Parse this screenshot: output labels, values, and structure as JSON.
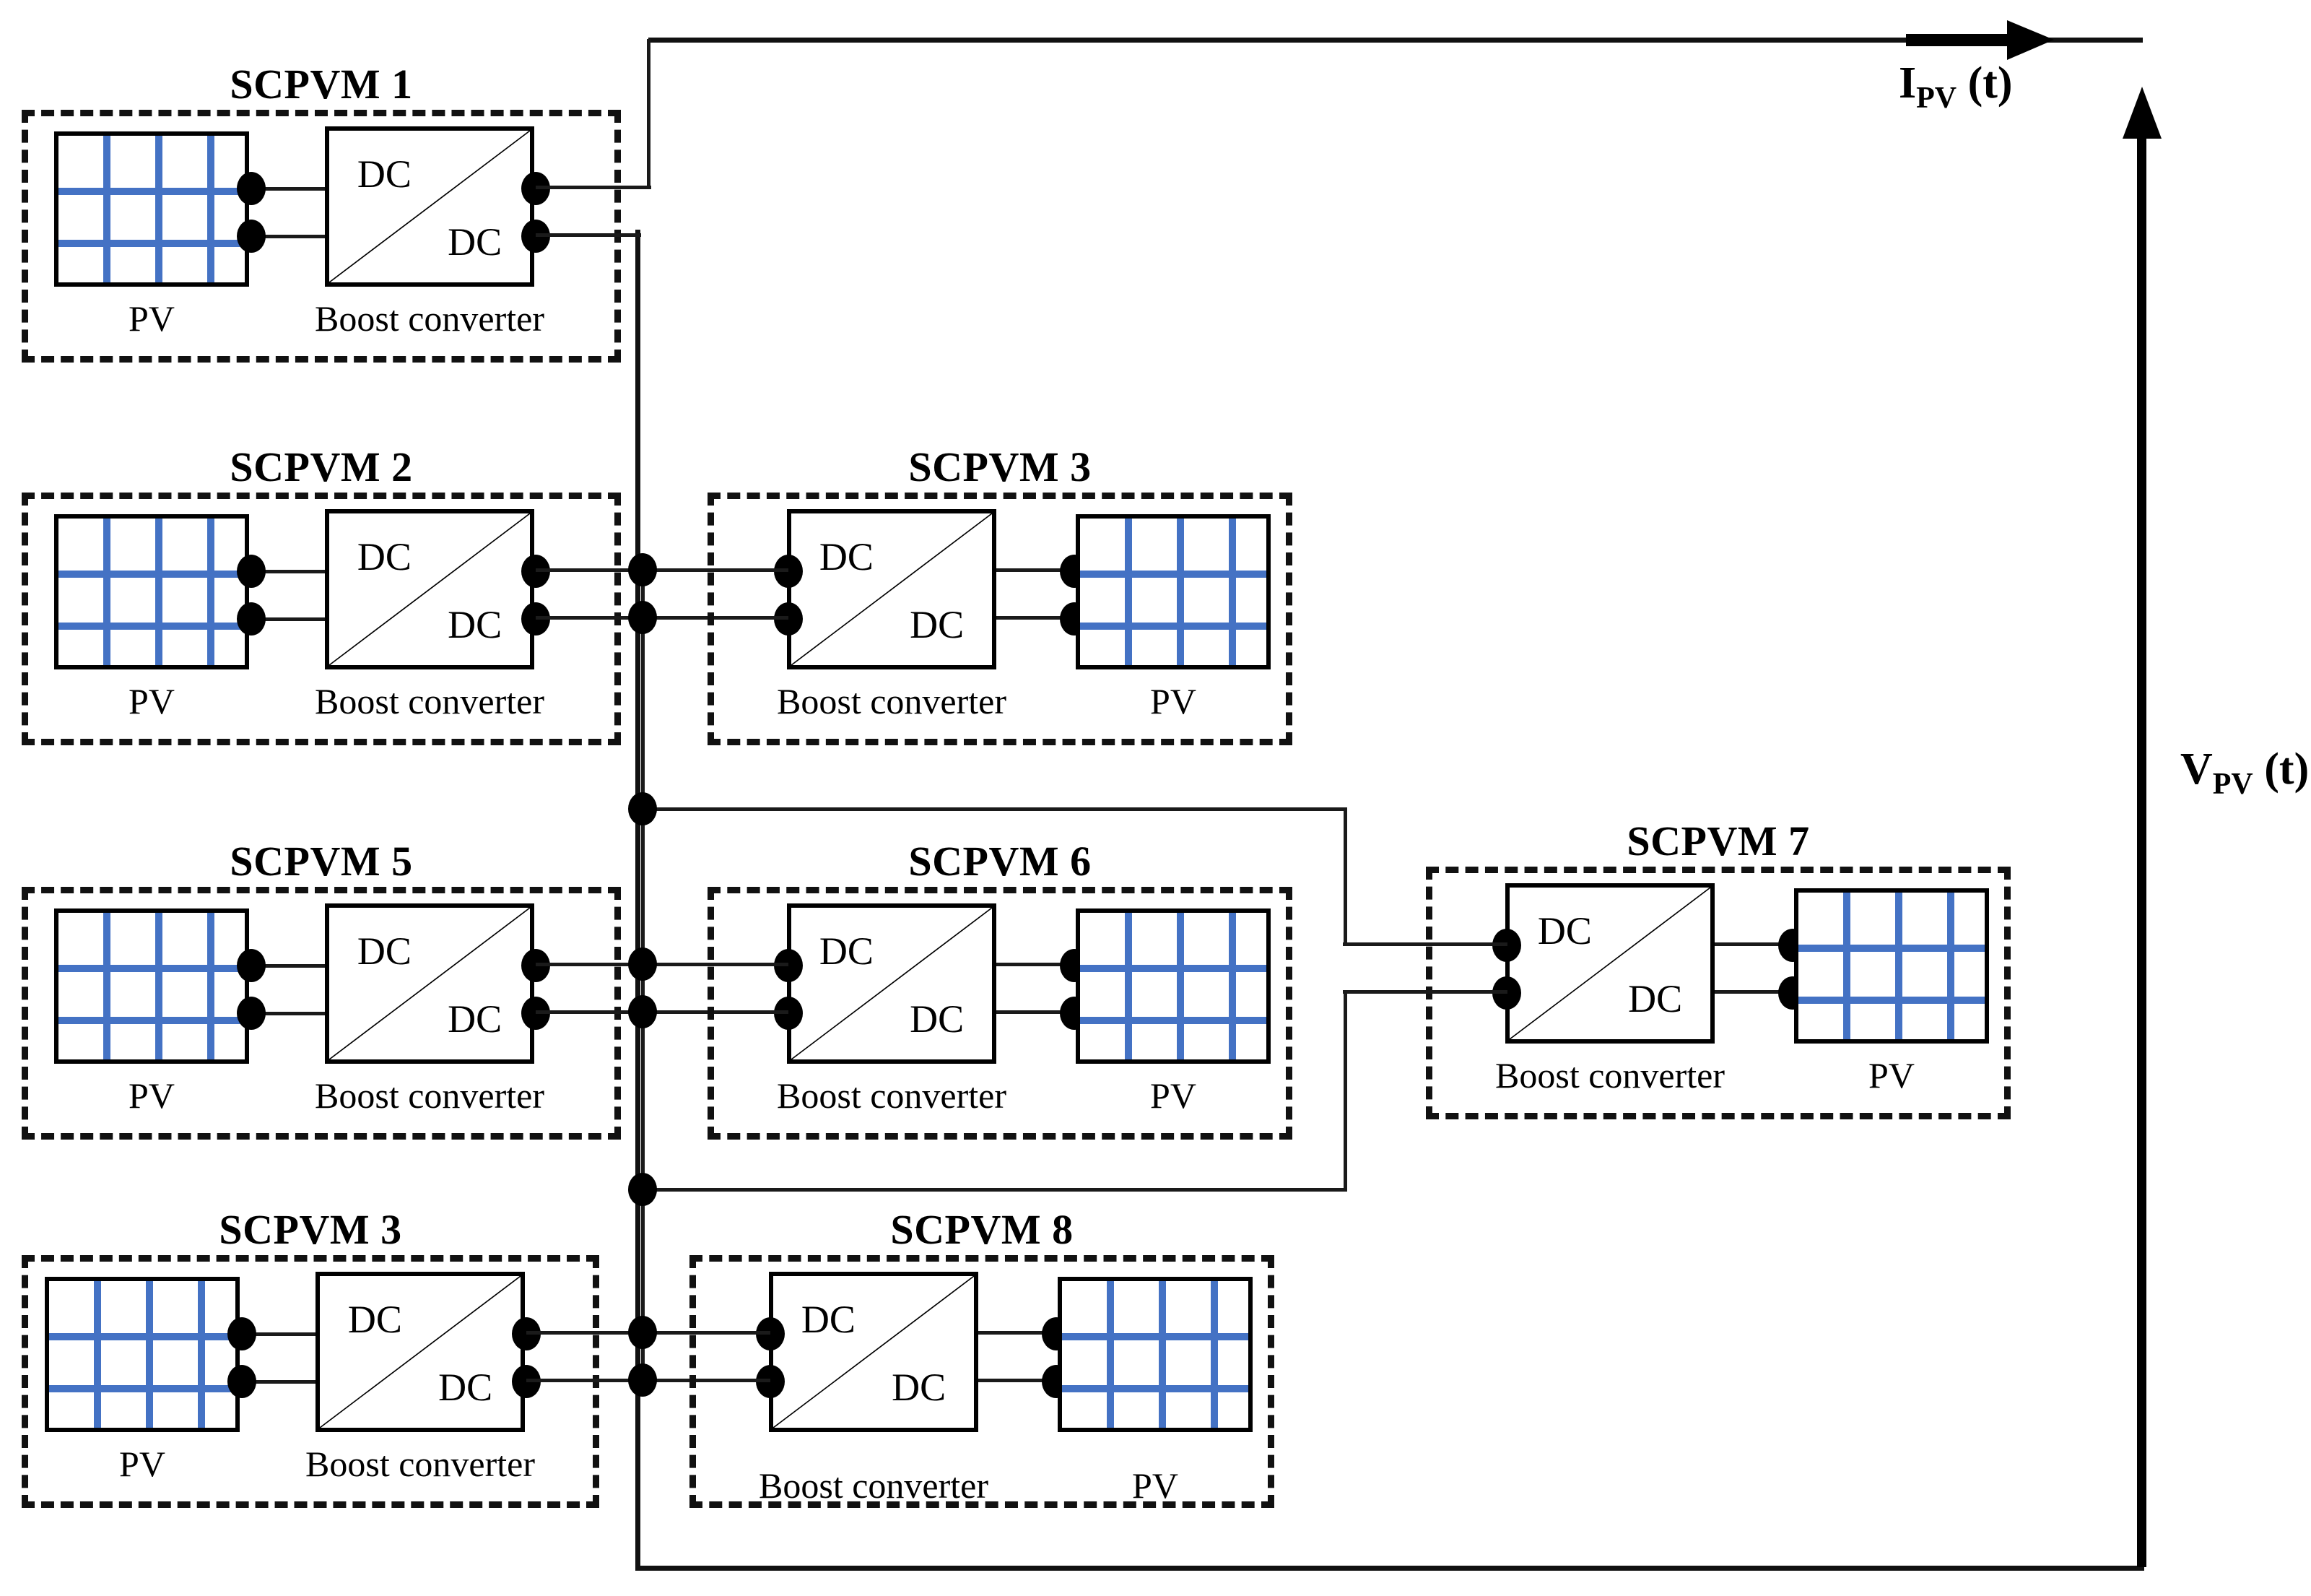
{
  "figure": {
    "type": "electrical-schematic",
    "description": "Series-connected photovoltaic modules (SCPVM) each with PV panel and boost converter, wired into a common string bus."
  },
  "labels": {
    "pv": "PV",
    "boost_converter": "Boost converter",
    "dc_top": "DC",
    "dc_bottom": "DC",
    "current_symbol": "I",
    "current_subscript": "PV",
    "current_arg": "(t)",
    "voltage_symbol": "V",
    "voltage_subscript": "PV",
    "voltage_arg": "(t)"
  },
  "colors": {
    "pv_cell_line": "#4472C4",
    "wire": "#1a1a1a",
    "outline": "#000000",
    "background": "#ffffff"
  },
  "modules": [
    {
      "id": "m1",
      "title": "SCPVM 1",
      "orientation": "pv-left",
      "row": 1
    },
    {
      "id": "m2",
      "title": "SCPVM 2",
      "orientation": "pv-left",
      "row": 2
    },
    {
      "id": "m3",
      "title": "SCPVM 3",
      "orientation": "pv-right",
      "row": 2
    },
    {
      "id": "m5",
      "title": "SCPVM 5",
      "orientation": "pv-left",
      "row": 3
    },
    {
      "id": "m6",
      "title": "SCPVM 6",
      "orientation": "pv-right",
      "row": 3
    },
    {
      "id": "m7",
      "title": "SCPVM 7",
      "orientation": "pv-right",
      "row": 3
    },
    {
      "id": "m3b",
      "title": "SCPVM 3",
      "orientation": "pv-left",
      "row": 4
    },
    {
      "id": "m8",
      "title": "SCPVM 8",
      "orientation": "pv-right",
      "row": 4
    }
  ]
}
